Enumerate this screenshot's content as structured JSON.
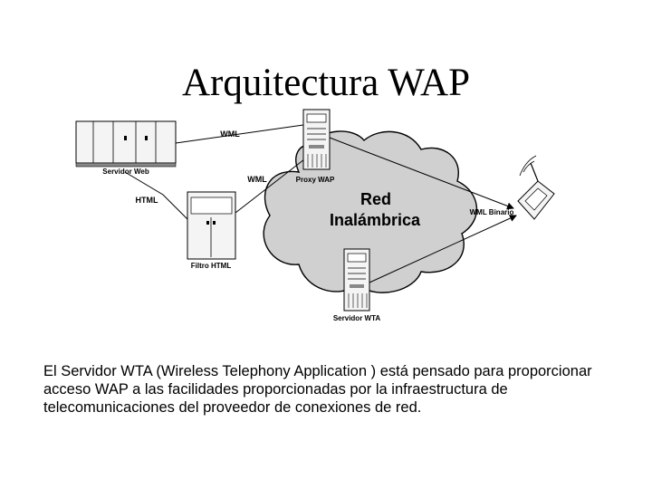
{
  "title": "Arquitectura WAP",
  "diagram": {
    "nodes": {
      "web_server": "Servidor Web",
      "proxy": "Proxy WAP",
      "html_filter": "Filtro HTML",
      "wta_server": "Servidor WTA",
      "network_line1": "Red",
      "network_line2": "Inalámbrica"
    },
    "edges": {
      "web_to_proxy": "WML",
      "filter_to_proxy": "WML",
      "web_to_filter": "HTML",
      "proxy_to_phone": "WML Binario"
    }
  },
  "caption": "El Servidor WTA (Wireless Telephony Application ) está pensado para proporcionar acceso WAP a las facilidades proporcionadas por la infraestructura de telecomunicaciones del proveedor de conexiones de red."
}
